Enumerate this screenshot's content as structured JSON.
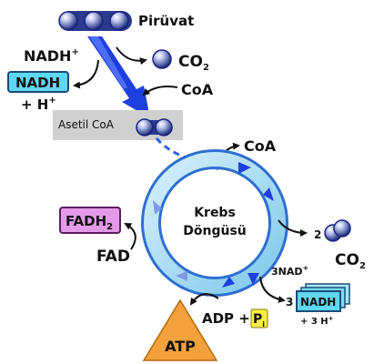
{
  "diagram": {
    "pyruvate_label": "Pirüvat",
    "acetyl_coa_label": "Asetil CoA",
    "nadh_plus_label": "NADH",
    "nadh_plus_sup": "+",
    "nadh_box_label": "NADH",
    "h_plus_label": "+ H",
    "h_plus_sup": "+",
    "co2_top_label": "CO",
    "co2_top_sub": "2",
    "coa_in_label": "CoA",
    "coa_out_label": "CoA",
    "cycle_title_line1": "Krebs",
    "cycle_title_line2": "Döngüsü",
    "fadh2_label": "FADH",
    "fadh2_sub": "2",
    "fad_label": "FAD",
    "co2_right_count": "2",
    "co2_right_label": "CO",
    "co2_right_sub": "2",
    "nad_in_label": "3NAD",
    "nad_in_sup": "+",
    "nadh_stack_count": "3",
    "nadh_stack_label": "NADH",
    "nadh_stack_h": "+ 3 H",
    "nadh_stack_h_sup": "+",
    "adp_label": "ADP +",
    "pi_label": "P",
    "pi_sub": "i",
    "atp_label": "ATP"
  },
  "colors": {
    "nadh_box": "#5fd7ef",
    "fadh2_box": "#e39ae8",
    "atp_triangle": "#f2a13c",
    "pi_box": "#f6ee45",
    "cycle_ring_outer": "#2f6fd0",
    "cycle_ring_inner": "#9fd9f2",
    "blue_arrow": "#1e3fe0",
    "acetyl_box": "#d0d0d0"
  }
}
